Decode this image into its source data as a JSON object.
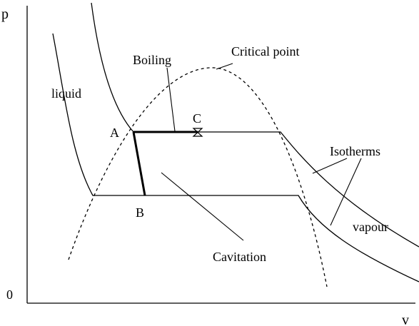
{
  "diagram": {
    "axes": {
      "y_label": "p",
      "x_label": "v",
      "origin_label": "0"
    },
    "labels": {
      "liquid": "liquid",
      "boiling": "Boiling",
      "critical_point": "Critical point",
      "point_a": "A",
      "point_b": "B",
      "point_c": "C",
      "isotherms": "Isotherms",
      "vapour": "vapour",
      "cavitation": "Cavitation"
    },
    "colors": {
      "line": "#000000",
      "background": "#ffffff"
    }
  }
}
